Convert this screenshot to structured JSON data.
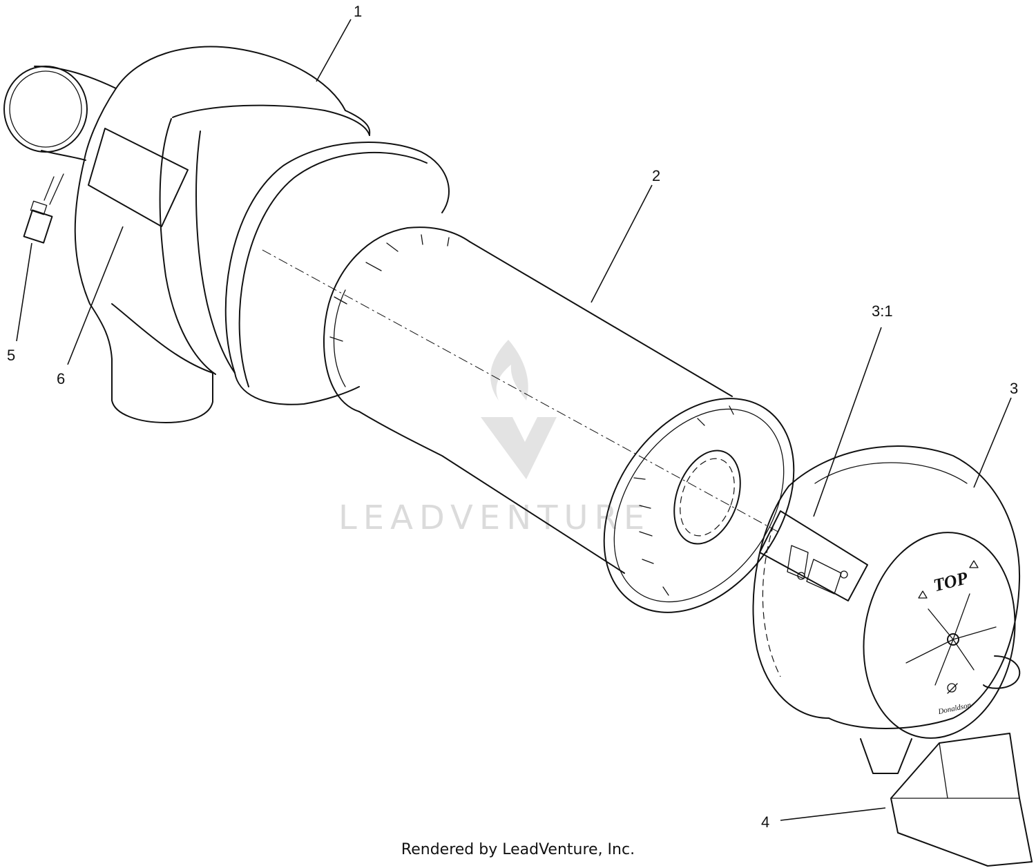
{
  "callouts": [
    {
      "id": "c1",
      "label": "1"
    },
    {
      "id": "c2",
      "label": "2"
    },
    {
      "id": "c31",
      "label": "3:1"
    },
    {
      "id": "c3",
      "label": "3"
    },
    {
      "id": "c4",
      "label": "4"
    },
    {
      "id": "c5",
      "label": "5"
    },
    {
      "id": "c6",
      "label": "6"
    }
  ],
  "cover": {
    "top_label": "TOP",
    "brand_label": "Donaldson"
  },
  "watermark": {
    "text": "LEADVENTURE"
  },
  "footer": {
    "text": "Rendered by LeadVenture, Inc."
  }
}
